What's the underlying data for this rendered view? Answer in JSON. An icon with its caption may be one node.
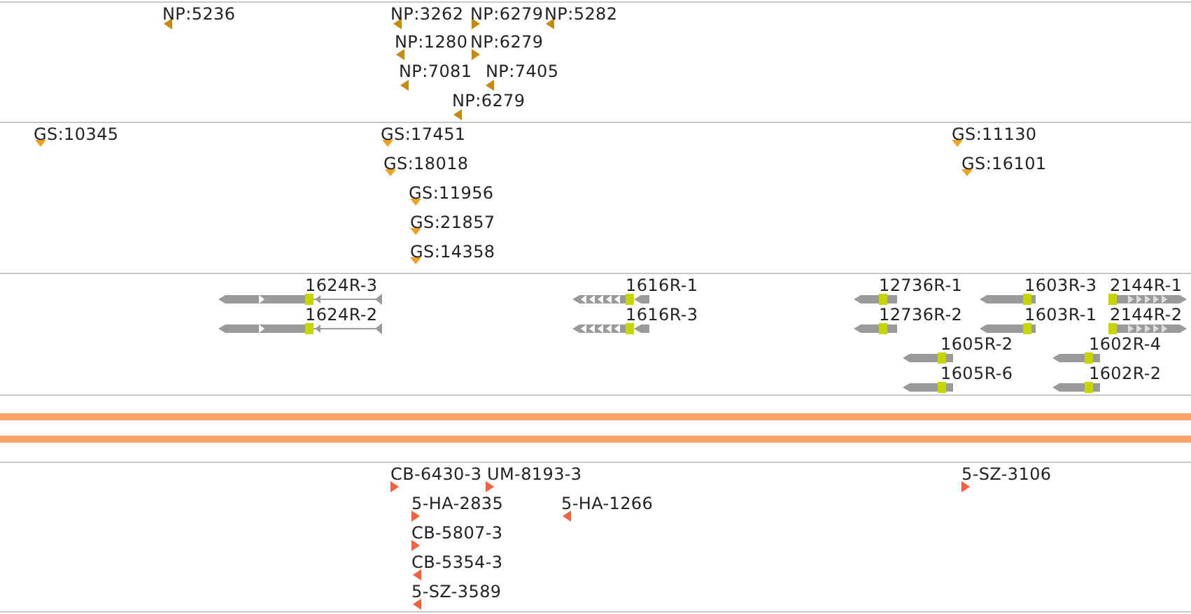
{
  "diagram": {
    "labels": [
      "NP:5236",
      "NP:3262",
      "NP:6279",
      "NP:5282",
      "NP:1280",
      "NP:6279",
      "NP:7081",
      "NP:7405",
      "NP:6279",
      "GS:10345",
      "GS:17451",
      "GS:18018",
      "GS:11956",
      "GS:21857",
      "GS:14358",
      "GS:11130",
      "GS:16101",
      "1624R-3",
      "1616R-1",
      "12736R-1",
      "1603R-3",
      "2144R-1",
      "1624R-2",
      "1616R-3",
      "12736R-2",
      "1603R-1",
      "2144R-2",
      "1605R-2",
      "1602R-4",
      "1605R-6",
      "1602R-2",
      "CB-6430-3",
      "UM-8193-3",
      "5-SZ-3106",
      "5-HA-2835",
      "5-HA-1266",
      "CB-5807-3",
      "CB-5354-3",
      "5-SZ-3589"
    ]
  }
}
